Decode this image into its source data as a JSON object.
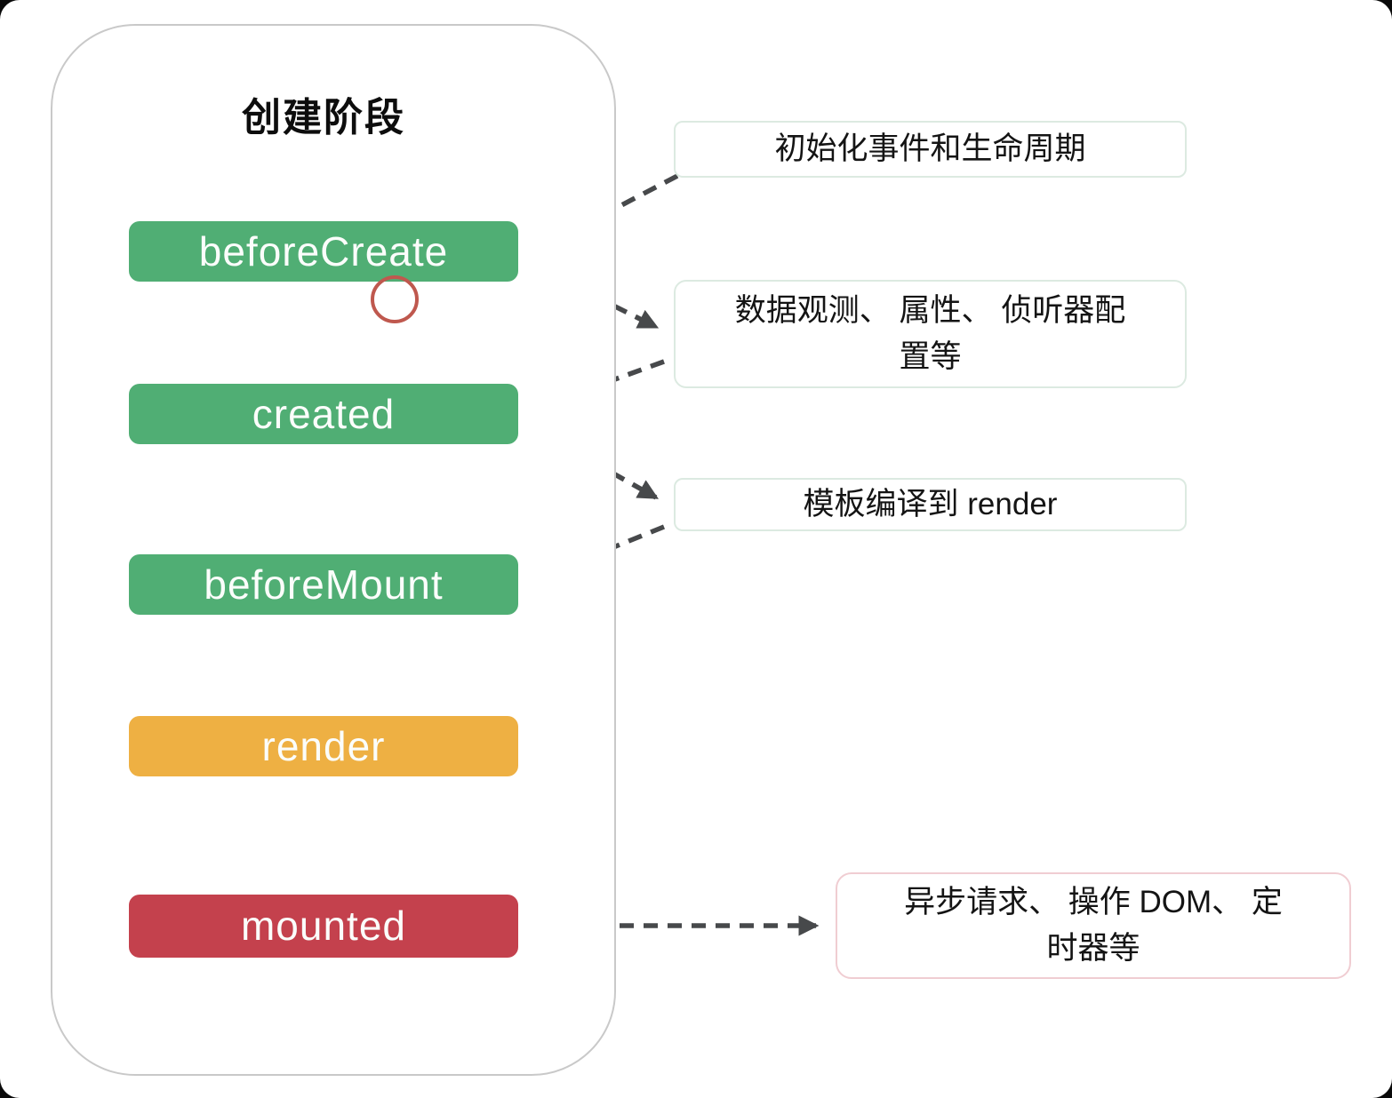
{
  "title": "创建阶段",
  "flow": {
    "nodes": [
      {
        "id": "beforeCreate",
        "label": "beforeCreate",
        "color": "#50ae74"
      },
      {
        "id": "created",
        "label": "created",
        "color": "#50ae74"
      },
      {
        "id": "beforeMount",
        "label": "beforeMount",
        "color": "#50ae74"
      },
      {
        "id": "render",
        "label": "render",
        "color": "#eeb043"
      },
      {
        "id": "mounted",
        "label": "mounted",
        "color": "#c4414d"
      }
    ]
  },
  "annotations": [
    {
      "text": "初始化事件和生命周期"
    },
    {
      "text": "数据观测、 属性、 侦听器配置等"
    },
    {
      "text": "模板编译到 render"
    },
    {
      "text": "异步请求、 操作 DOM、 定时器等"
    }
  ],
  "colors": {
    "node_green": "#50ae74",
    "node_yellow": "#eeb043",
    "node_red": "#c4414d",
    "arrow_gray": "#3d4043",
    "dashed_gray": "#47494b",
    "highlight_circle": "#bf584e",
    "note_border_green": "#dceae1",
    "note_border_pink": "#f0cdd2",
    "container_border": "#c9c9c9"
  }
}
